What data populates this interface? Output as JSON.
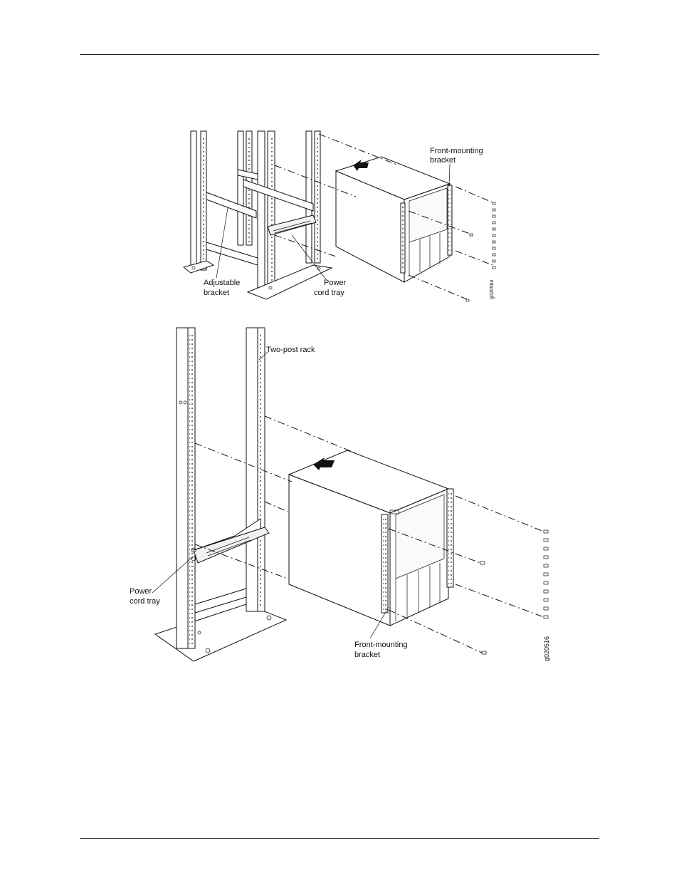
{
  "figure_top": {
    "labels": {
      "front_mounting_bracket_line1": "Front-mounting",
      "front_mounting_bracket_line2": "bracket",
      "adjustable_bracket_line1": "Adjustable",
      "adjustable_bracket_line2": "bracket",
      "power_cord_tray_line1": "Power",
      "power_cord_tray_line2": "cord tray"
    },
    "figure_code": "g020564"
  },
  "figure_bottom": {
    "labels": {
      "two_post_rack": "Two-post rack",
      "power_cord_tray_line1": "Power",
      "power_cord_tray_line2": "cord tray",
      "front_mounting_bracket_line1": "Front-mounting",
      "front_mounting_bracket_line2": "bracket"
    },
    "figure_code": "g020516"
  }
}
